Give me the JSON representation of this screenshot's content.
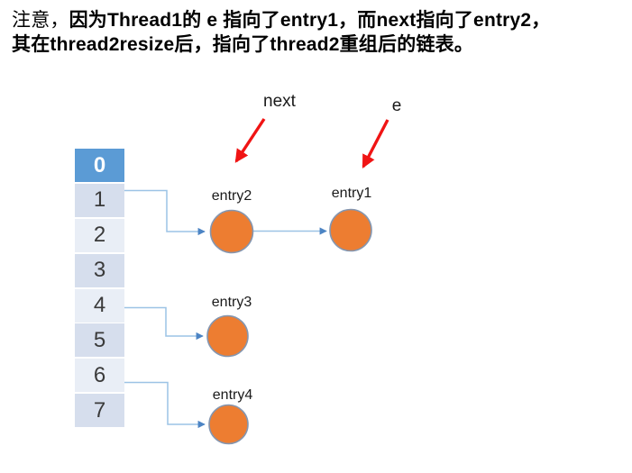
{
  "note": {
    "prefix": "注意，",
    "line1_bold": "因为Thread1的 e 指向了entry1，而next指向了entry2，",
    "line2_bold": "其在thread2resize后，指向了thread2重组后的链表。"
  },
  "pointers": {
    "next_label": "next",
    "e_label": "e"
  },
  "array": {
    "cells": [
      "0",
      "1",
      "2",
      "3",
      "4",
      "5",
      "6",
      "7"
    ]
  },
  "nodes": {
    "entry1": {
      "label": "entry1"
    },
    "entry2": {
      "label": "entry2"
    },
    "entry3": {
      "label": "entry3"
    },
    "entry4": {
      "label": "entry4"
    }
  },
  "colors": {
    "title_text": "#000000",
    "bucket_active_bg": "#5B9BD5",
    "bucket_active_text": "#FFFFFF",
    "bucket_odd_bg": "#D6DEED",
    "bucket_even_bg": "#E9EEF6",
    "bucket_text": "#3A3A3A",
    "node_fill": "#ED7D31",
    "node_stroke": "#8496B0",
    "connector_line": "#9CC3E5",
    "connector_head": "#4C84C4",
    "pointer_arrow": "#F01414"
  }
}
